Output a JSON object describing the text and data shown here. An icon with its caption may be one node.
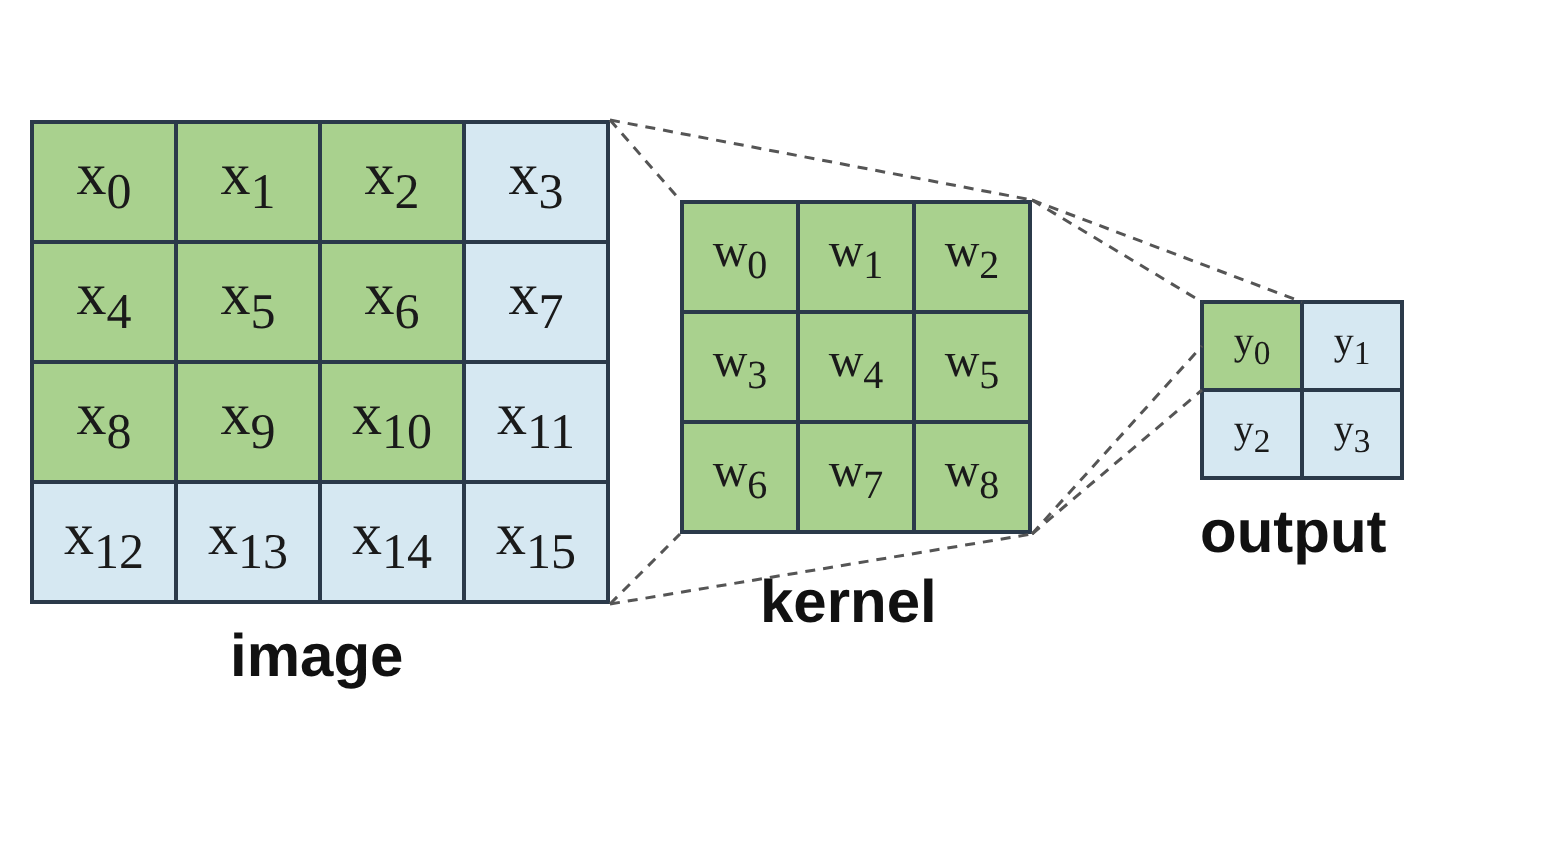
{
  "diagram": {
    "nodes": [
      {
        "text": [
          "image"
        ]
      },
      {
        "text": [
          "x$_{0}$"
        ],
        "in": 0
      },
      {
        "text": [
          "x$_{1}$"
        ],
        "in": 0
      },
      {
        "text": [
          "x$_{2}$"
        ],
        "in": 0
      },
      {
        "text": [
          "x$_{3}$"
        ],
        "in": 0
      },
      {
        "text": [
          "x$_{4}$"
        ],
        "in": 0
      },
      {
        "text": [
          "x$_{5}$"
        ],
        "in": 0
      },
      {
        "text": [
          "x$_{6}$"
        ],
        "in": 0
      },
      {
        "text": [
          "x$_{7}$"
        ],
        "in": 0
      },
      {
        "text": [
          "x$_{8}$"
        ],
        "in": 0
      },
      {
        "text": [
          "x$_{9}$"
        ],
        "in": 0
      },
      {
        "text": [
          "x$_{10}$"
        ],
        "in": 0
      },
      {
        "text": [
          "x$_{11}$"
        ],
        "in": 0
      },
      {
        "text": [
          "x$_{12}$"
        ],
        "in": 0
      },
      {
        "text": [
          "x$_{13}$"
        ],
        "in": 0
      },
      {
        "text": [
          "x$_{14}$"
        ],
        "in": 0
      },
      {
        "text": [
          "x$_{15}$"
        ],
        "in": 0
      },
      {
        "text": [
          "kernel"
        ]
      },
      {
        "text": [
          "w$_{0}$"
        ],
        "in": 17
      },
      {
        "text": [
          "w$_{1}$"
        ],
        "in": 17
      },
      {
        "text": [
          "w$_{2}$"
        ],
        "in": 17
      },
      {
        "text": [
          "w$_{3}$"
        ],
        "in": 17
      },
      {
        "text": [
          "w$_{4}$"
        ],
        "in": 17
      },
      {
        "text": [
          "w$_{5}$"
        ],
        "in": 17
      },
      {
        "text": [
          "w$_{6}$"
        ],
        "in": 17
      },
      {
        "text": [
          "w$_{7}$"
        ],
        "in": 17
      },
      {
        "text": [
          "w$_{8}$"
        ],
        "in": 17
      },
      {
        "text": [
          "output"
        ]
      },
      {
        "text": [
          "y$_{0}$"
        ],
        "in": 27
      },
      {
        "text": [
          "y$_{1}$"
        ],
        "in": 27
      },
      {
        "text": [
          "y$_{2}$"
        ],
        "in": 27
      },
      {
        "text": [
          "y$_{3}$"
        ],
        "in": 27
      }
    ],
    "edges": [
      {
        "from": 0,
        "to": 17,
        "arrow": "none",
        "style": "dashed"
      },
      {
        "from": 0,
        "to": 17,
        "arrow": "none",
        "style": "dashed"
      },
      {
        "from": 0,
        "to": 17,
        "arrow": "none",
        "style": "dashed"
      },
      {
        "from": 0,
        "to": 17,
        "arrow": "none",
        "style": "dashed"
      },
      {
        "from": 17,
        "to": 28,
        "arrow": "none",
        "style": "dashed"
      },
      {
        "from": 17,
        "to": 28,
        "arrow": "none",
        "style": "dashed"
      },
      {
        "from": 17,
        "to": 28,
        "arrow": "none",
        "style": "dashed"
      },
      {
        "from": 17,
        "to": 28,
        "arrow": "none",
        "style": "dashed"
      }
    ]
  }
}
